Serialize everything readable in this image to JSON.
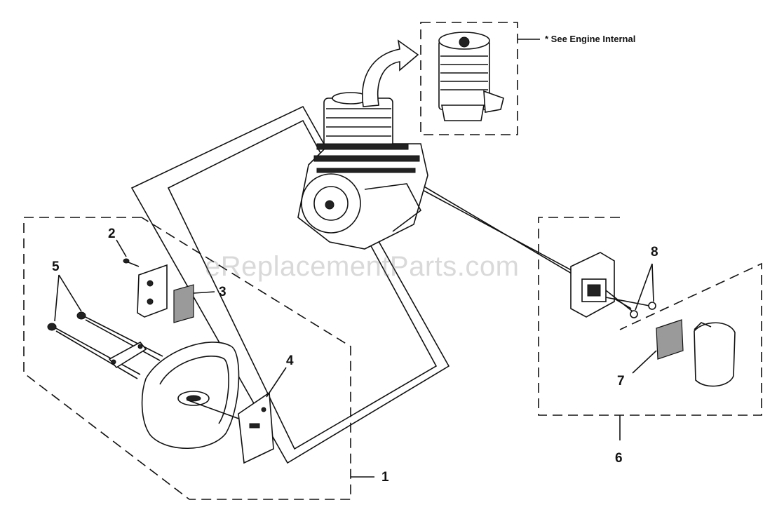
{
  "diagram": {
    "note": "* See Engine Internal",
    "watermark": "eReplacementParts.com",
    "callouts": {
      "c1": "1",
      "c2": "2",
      "c3": "3",
      "c4": "4",
      "c5": "5",
      "c6": "6",
      "c7": "7",
      "c8": "8"
    }
  }
}
